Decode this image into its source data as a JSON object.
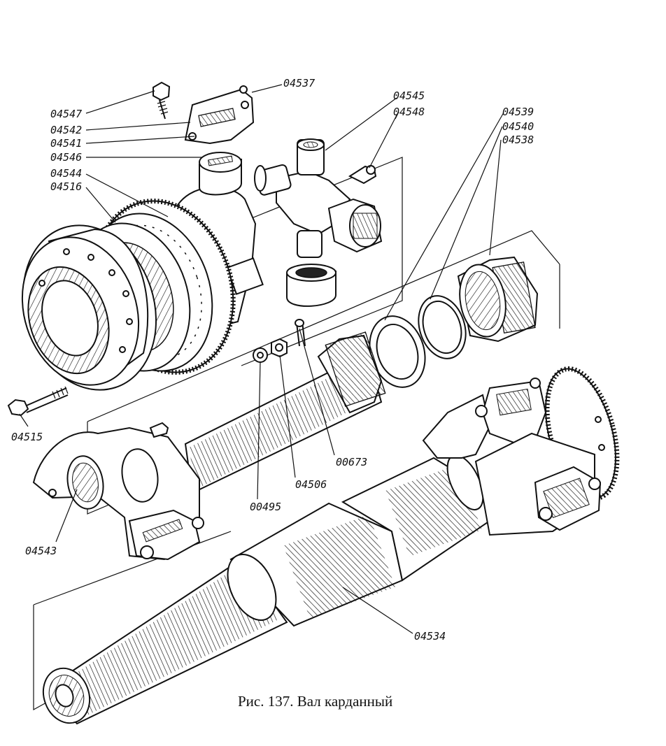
{
  "caption": "Рис. 137. Вал карданный",
  "parts": [
    {
      "id": "04537",
      "text": "04537"
    },
    {
      "id": "04545",
      "text": "04545"
    },
    {
      "id": "04548",
      "text": "04548"
    },
    {
      "id": "04539",
      "text": "04539"
    },
    {
      "id": "04540",
      "text": "04540"
    },
    {
      "id": "04538",
      "text": "04538"
    },
    {
      "id": "04547",
      "text": "04547"
    },
    {
      "id": "04542",
      "text": "04542"
    },
    {
      "id": "04541",
      "text": "04541"
    },
    {
      "id": "04546",
      "text": "04546"
    },
    {
      "id": "04544",
      "text": "04544"
    },
    {
      "id": "04516",
      "text": "04516"
    },
    {
      "id": "04515",
      "text": "04515"
    },
    {
      "id": "00673",
      "text": "00673"
    },
    {
      "id": "04506",
      "text": "04506"
    },
    {
      "id": "00495",
      "text": "00495"
    },
    {
      "id": "04543",
      "text": "04543"
    },
    {
      "id": "04534",
      "text": "04534"
    }
  ]
}
